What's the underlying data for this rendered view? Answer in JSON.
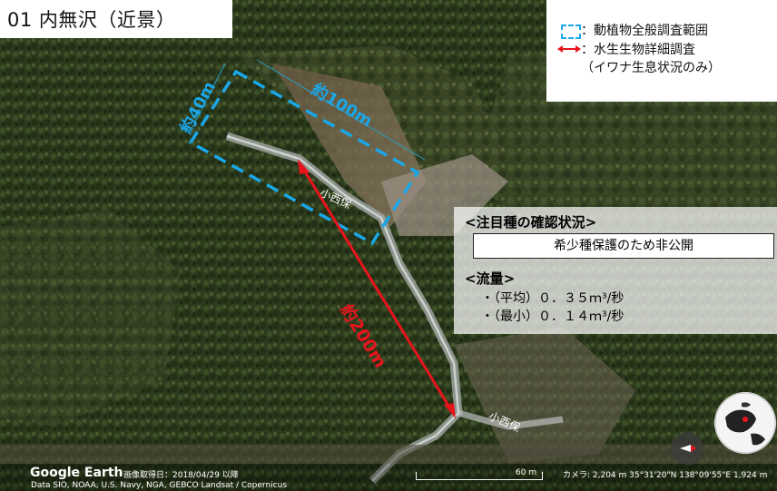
{
  "title": "01 内無沢（近景）",
  "legend": {
    "survey_area": "：動植物全般調査範囲",
    "aquatic_survey_line1": "：水生生物詳細調査",
    "aquatic_survey_line2": "（イワナ生息状況のみ）"
  },
  "annotations": {
    "width": "約40m",
    "length": "約100m",
    "river_segment": "約200m",
    "river_label_1": "小西保",
    "river_label_2": "小西保"
  },
  "info_panel": {
    "species_heading": "<注目種の確認状況>",
    "species_status": "希少種保護のため非公開",
    "flow_heading": "<流量>",
    "flow_avg": "・（平均）０．３５ｍ³/秒",
    "flow_min": "・（最小）０．１４ｍ³/秒"
  },
  "footer": {
    "logo": "Google Earth",
    "image_date": "画像取得日：2018/04/29 以降",
    "attribution": "Data SIO, NOAA, U.S. Navy, NGA, GEBCO  Landsat / Copernicus",
    "scale_label": "60 m",
    "camera": "カメラ: 2,204 m  35°31'20\"N 138°09'55\"E  1,924 m"
  },
  "colors": {
    "survey_area": "#1aa7e8",
    "aquatic_survey": "#e8141c"
  }
}
